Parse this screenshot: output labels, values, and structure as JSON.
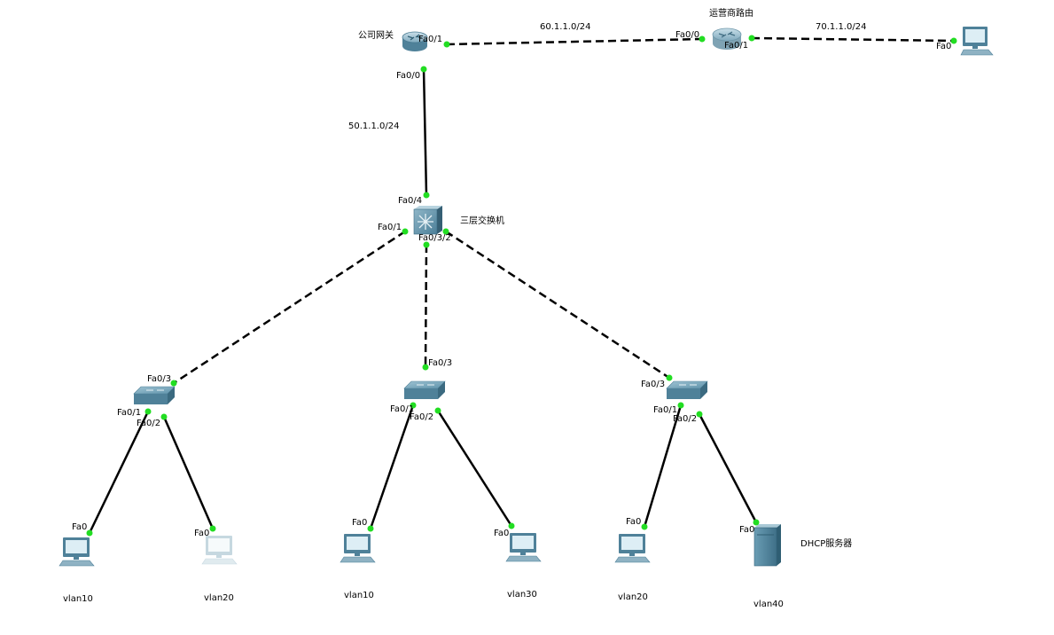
{
  "colors": {
    "link": "#000000",
    "port_up": "#22dd22",
    "device_blue": "#5a8fa8",
    "device_dark": "#3c6e86",
    "device_light": "#a9c9d6"
  },
  "devices": {
    "gateway": {
      "label": "公司网关",
      "icon": "router-icon"
    },
    "isp_router": {
      "label": "运营商路由",
      "icon": "router-icon"
    },
    "l3_switch": {
      "label": "三层交换机",
      "icon": "multilayer-switch-icon"
    },
    "switch1": {
      "icon": "switch-icon"
    },
    "switch2": {
      "icon": "switch-icon"
    },
    "switch3": {
      "icon": "switch-icon"
    },
    "pc_internet": {
      "icon": "pc-icon"
    },
    "pc1": {
      "label": "vlan10",
      "icon": "pc-icon"
    },
    "pc2": {
      "label": "vlan20",
      "icon": "pc-icon",
      "state": "faded"
    },
    "pc3": {
      "label": "vlan10",
      "icon": "pc-icon"
    },
    "pc4": {
      "label": "vlan30",
      "icon": "pc-icon"
    },
    "pc5": {
      "label": "vlan20",
      "icon": "pc-icon"
    },
    "server": {
      "label": "DHCP服务器",
      "sublabel": "vlan40",
      "icon": "server-icon"
    }
  },
  "networks": {
    "n60": "60.1.1.0/24",
    "n70": "70.1.1.0/24",
    "n50": "50.1.1.0/24"
  },
  "ports": {
    "gw_fa01": "Fa0/1",
    "gw_fa00": "Fa0/0",
    "isp_fa00": "Fa0/0",
    "isp_fa01": "Fa0/1",
    "pcnet_fa0": "Fa0",
    "l3_fa04": "Fa0/4",
    "l3_fa01": "Fa0/1",
    "l3_fa0332": "Fa0/3/2",
    "s1_fa03": "Fa0/3",
    "s1_fa01": "Fa0/1",
    "s1_fa02": "Fa0/2",
    "s2_fa03": "Fa0/3",
    "s2_fa01": "Fa0/1",
    "s2_fa02": "Fa0/2",
    "s3_fa03": "Fa0/3",
    "s3_fa01": "Fa0/1",
    "s3_fa02": "Fa0/2",
    "pc1_fa0": "Fa0",
    "pc2_fa0": "Fa0",
    "pc3_fa0": "Fa0",
    "pc4_fa0": "Fa0",
    "pc5_fa0": "Fa0",
    "srv_fa0": "Fa0"
  },
  "links": [
    {
      "from": "gateway",
      "to": "isp_router",
      "type": "crossover"
    },
    {
      "from": "isp_router",
      "to": "pc_internet",
      "type": "crossover"
    },
    {
      "from": "gateway",
      "to": "l3_switch",
      "type": "straight"
    },
    {
      "from": "l3_switch",
      "to": "switch1",
      "type": "crossover"
    },
    {
      "from": "l3_switch",
      "to": "switch2",
      "type": "crossover"
    },
    {
      "from": "l3_switch",
      "to": "switch3",
      "type": "crossover"
    },
    {
      "from": "switch1",
      "to": "pc1",
      "type": "straight"
    },
    {
      "from": "switch1",
      "to": "pc2",
      "type": "straight"
    },
    {
      "from": "switch2",
      "to": "pc3",
      "type": "straight"
    },
    {
      "from": "switch2",
      "to": "pc4",
      "type": "straight"
    },
    {
      "from": "switch3",
      "to": "pc5",
      "type": "straight"
    },
    {
      "from": "switch3",
      "to": "server",
      "type": "straight"
    }
  ]
}
